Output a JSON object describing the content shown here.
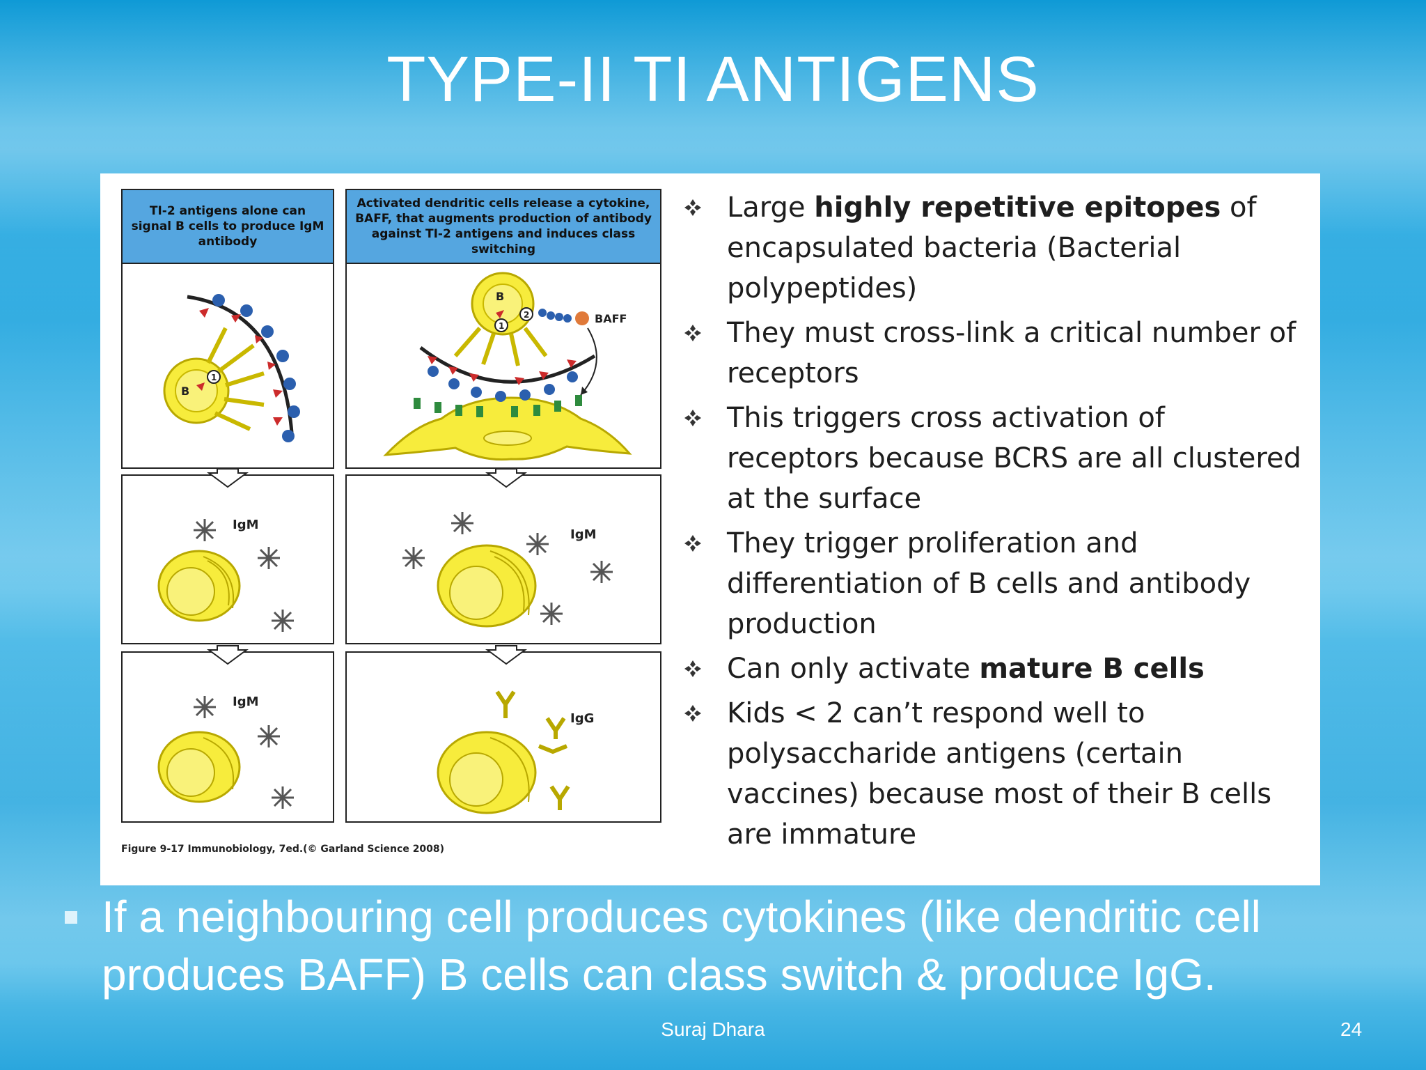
{
  "slide": {
    "title": "TYPE-II TI ANTIGENS",
    "footer_author": "Suraj Dhara",
    "page_number": "24"
  },
  "figure": {
    "left_header": "TI-2 antigens alone can signal B cells to produce IgM antibody",
    "right_header": "Activated dendritic cells release a cytokine, BAFF, that augments production of antibody against TI-2 antigens and induces class switching",
    "label_b": "B",
    "label_baff": "BAFF",
    "label_igm": "IgM",
    "label_igg": "IgG",
    "step_1": "1",
    "step_2": "2",
    "caption": "Figure 9-17 Immunobiology, 7ed.(© Garland Science 2008)"
  },
  "bullets": [
    {
      "pre": "Large ",
      "bold": "highly repetitive epitopes",
      "post": " of encapsulated bacteria (Bacterial polypeptides)"
    },
    {
      "pre": "They must cross-link a critical number of receptors",
      "bold": "",
      "post": ""
    },
    {
      "pre": "This triggers cross activation of receptors because BCRS are all clustered at the surface",
      "bold": "",
      "post": ""
    },
    {
      "pre": "They trigger proliferation and differentiation of B cells and antibody production",
      "bold": "",
      "post": ""
    },
    {
      "pre": "Can only activate ",
      "bold": "mature B cells",
      "post": ""
    },
    {
      "pre": "Kids < 2 can’t respond well to polysaccharide antigens (certain vaccines) because most of their B cells are immature",
      "bold": "",
      "post": ""
    }
  ],
  "bottom_text": "If a neighbouring cell produces cytokines (like dendritic cell produces BAFF) B cells can class switch & produce IgG.",
  "colors": {
    "header_blue": "#55a6e0",
    "cell_yellow": "#f7ec3c",
    "antigen_blue": "#2b5fae",
    "epitope_red": "#cc2b2b",
    "dendritic_green": "#2e8b3e"
  }
}
